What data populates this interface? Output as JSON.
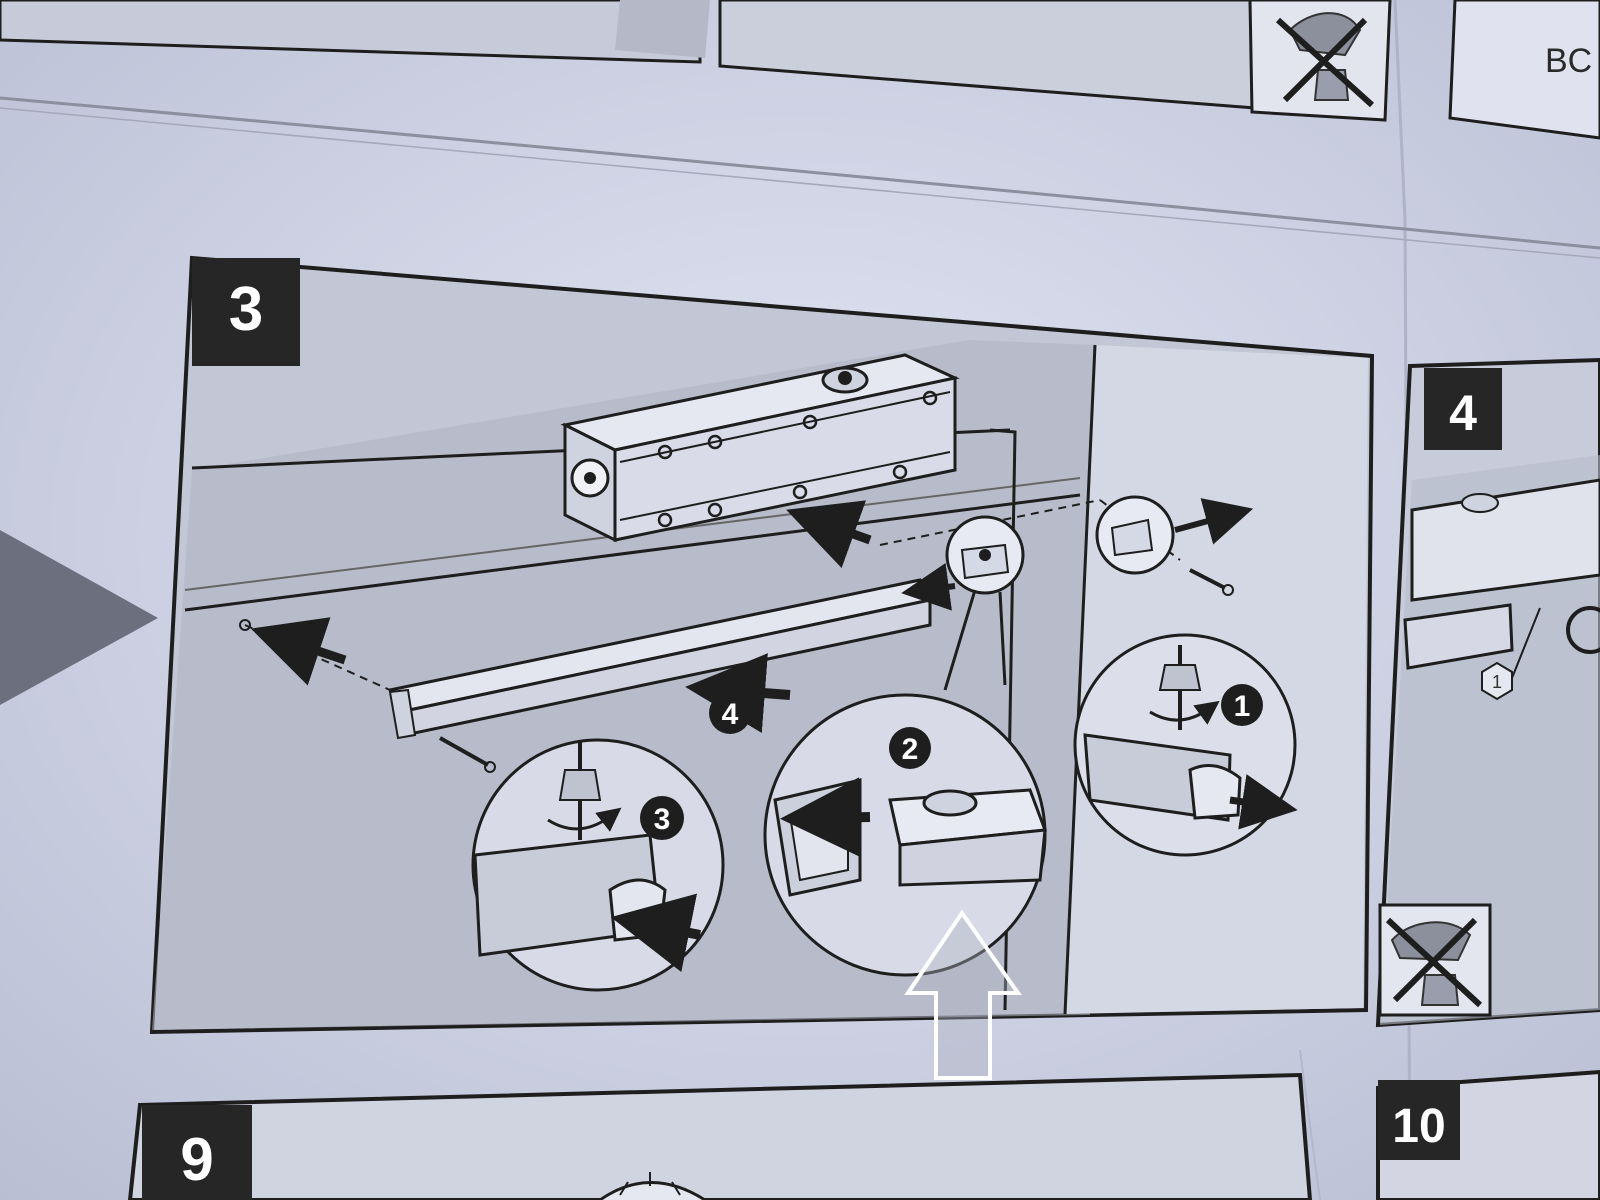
{
  "steps": {
    "main": "3",
    "right": "4",
    "bottom_left": "9",
    "bottom_right": "10"
  },
  "sub_steps": [
    "1",
    "2",
    "3",
    "4"
  ],
  "callout_label": "1",
  "top_right_text": "BC",
  "colors": {
    "paper": "#d7dbec",
    "panel": "#c4c8d6",
    "ink": "#1e1e1e",
    "label_box": "#262626"
  },
  "icons": [
    "no-power-drill-icon",
    "play-triangle-icon",
    "up-arrow-highlight-icon"
  ]
}
